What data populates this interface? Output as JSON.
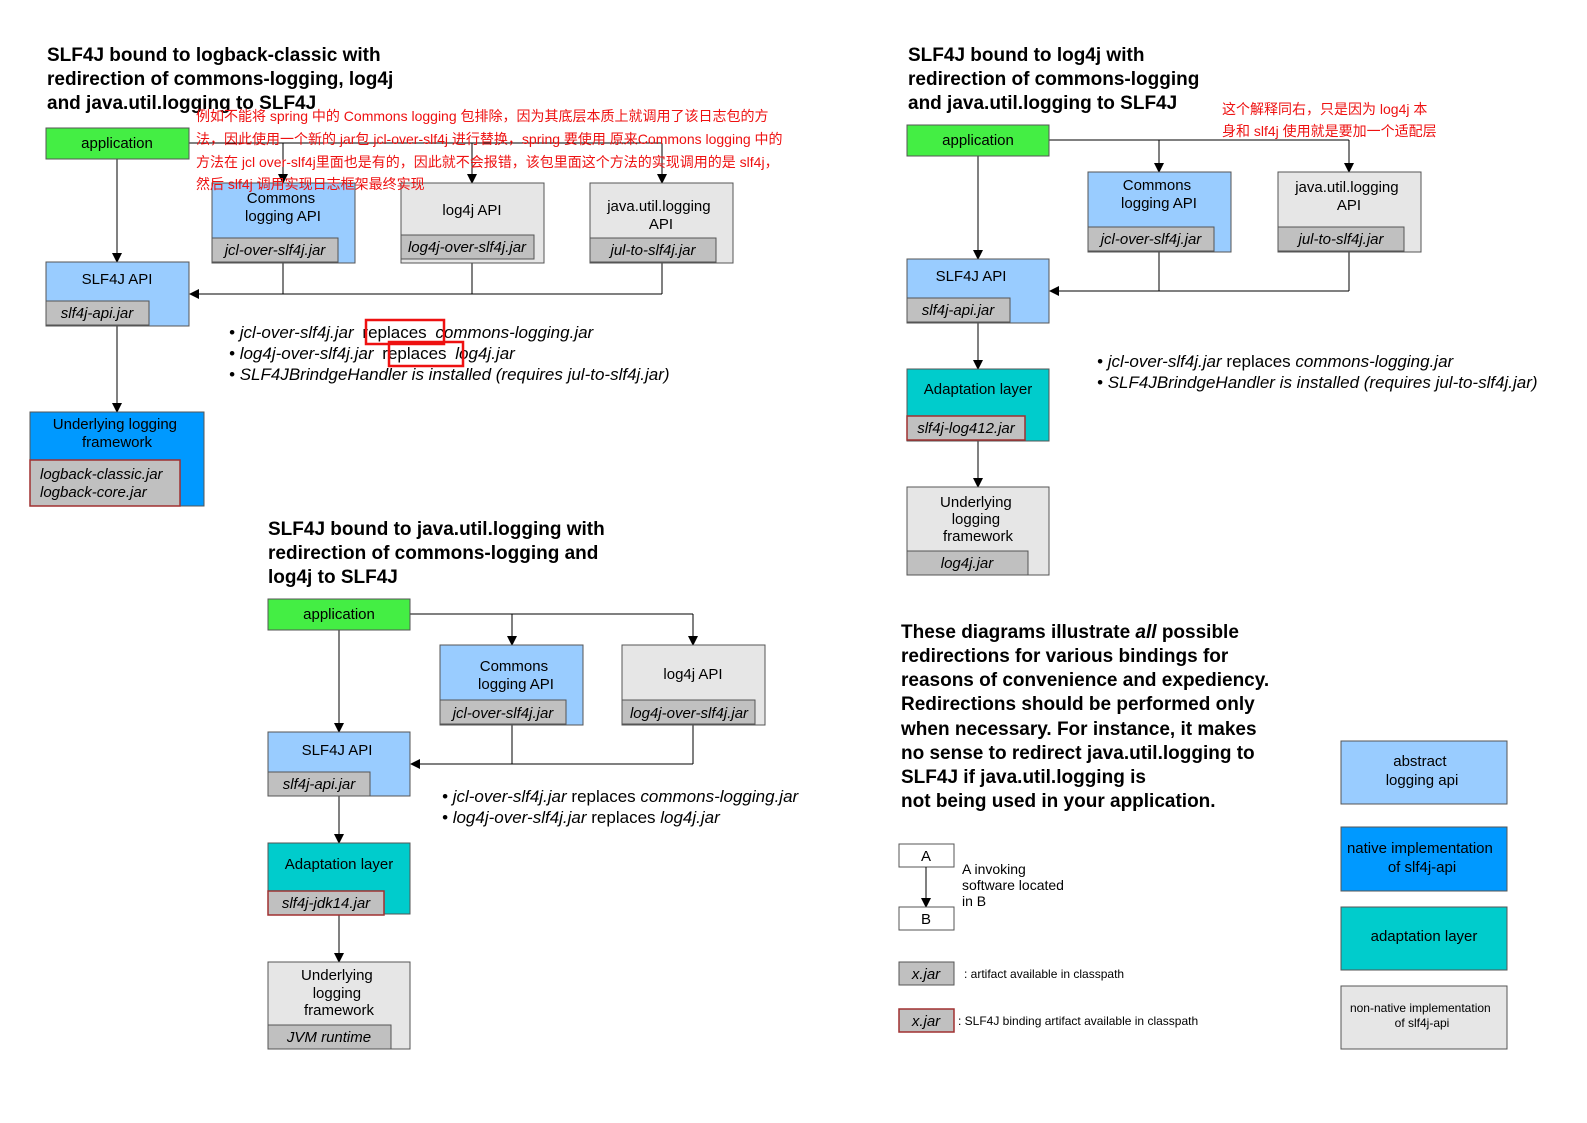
{
  "diagram1": {
    "title": [
      "SLF4J bound to logback-classic with",
      "redirection of commons-logging, log4j",
      "and java.util.logging to SLF4J"
    ],
    "app": "application",
    "commons": [
      "Commons",
      "logging API"
    ],
    "commons_jar": "jcl-over-slf4j.jar",
    "log4j": "log4j API",
    "log4j_jar": "log4j-over-slf4j.jar",
    "jul": [
      "java.util.logging",
      "API"
    ],
    "jul_jar": "jul-to-slf4j.jar",
    "slf4j": "SLF4J API",
    "slf4j_jar": "slf4j-api.jar",
    "under": [
      "Underlying logging",
      "framework"
    ],
    "under_jars": [
      "logback-classic.jar",
      "logback-core.jar"
    ],
    "bullets": [
      {
        "a": "jcl-over-slf4j.jar",
        "b": "replaces",
        "c": "commons-logging.jar"
      },
      {
        "a": "log4j-over-slf4j.jar",
        "b": "replaces",
        "c": "log4j.jar"
      },
      {
        "a": "SLF4JBrindgeHandler is installed (requires jul-to-slf4j.jar)",
        "b": "",
        "c": ""
      }
    ],
    "annotation": [
      "例如不能将 spring 中的 Commons logging 包排除，因为其底层本质上就调用了该日志包的方",
      "法，因此使用一个新的 jar包 jcl-over-slf4j 进行替换，spring 要使用 原来Commons logging 中的",
      "方法在 jcl over-slf4j里面也是有的，因此就不会报错，该包里面这个方法的实现调用的是 slf4j，",
      "然后 slf4j 调用实现日志框架最终实现"
    ]
  },
  "diagram2": {
    "title": [
      "SLF4J bound to log4j with",
      "redirection of commons-logging",
      "and java.util.logging to SLF4J"
    ],
    "annotation": [
      "这个解释同右，只是因为 log4j 本",
      "身和 slf4j 使用就是要加一个适配层"
    ],
    "app": "application",
    "commons": [
      "Commons",
      "logging API"
    ],
    "commons_jar": "jcl-over-slf4j.jar",
    "jul": [
      "java.util.logging",
      "API"
    ],
    "jul_jar": "jul-to-slf4j.jar",
    "slf4j": "SLF4J API",
    "slf4j_jar": "slf4j-api.jar",
    "adapt": "Adaptation layer",
    "adapt_jar": "slf4j-log412.jar",
    "under": [
      "Underlying",
      "logging",
      "framework"
    ],
    "under_jar": "log4j.jar",
    "bullets": [
      {
        "a": "jcl-over-slf4j.jar",
        "b": " replaces ",
        "c": "commons-logging.jar"
      },
      {
        "a": "SLF4JBrindgeHandler is installed (requires jul-to-slf4j.jar)",
        "b": "",
        "c": ""
      }
    ]
  },
  "diagram3": {
    "title": [
      "SLF4J bound to java.util.logging with",
      "redirection of commons-logging and",
      "log4j to SLF4J"
    ],
    "app": "application",
    "commons": [
      "Commons",
      "logging API"
    ],
    "commons_jar": "jcl-over-slf4j.jar",
    "log4j": "log4j API",
    "log4j_jar": "log4j-over-slf4j.jar",
    "slf4j": "SLF4J API",
    "slf4j_jar": "slf4j-api.jar",
    "adapt": "Adaptation layer",
    "adapt_jar": "slf4j-jdk14.jar",
    "under": [
      "Underlying",
      "logging",
      "framework"
    ],
    "under_jar": "JVM runtime",
    "bullets": [
      {
        "a": "jcl-over-slf4j.jar",
        "b": " replaces ",
        "c": "commons-logging.jar"
      },
      {
        "a": "log4j-over-slf4j.jar",
        "b": " replaces ",
        "c": "log4j.jar"
      }
    ]
  },
  "note": [
    [
      "These diagrams illustrate ",
      "all",
      " possible"
    ],
    [
      "redirections for various bindings for",
      "",
      ""
    ],
    [
      "reasons of convenience and expediency.",
      "",
      ""
    ],
    [
      "Redirections should be performed only",
      "",
      ""
    ],
    [
      "when necessary. For instance, it makes",
      "",
      ""
    ],
    [
      "no sense to redirect java.util.logging to",
      "",
      ""
    ],
    [
      "SLF4J if java.util.logging is",
      "",
      ""
    ],
    [
      "not being used in your application.",
      "",
      ""
    ]
  ],
  "legend": {
    "a": "A",
    "b": "B",
    "invoke": [
      "A invoking",
      "software located",
      "in B"
    ],
    "jar": "x.jar",
    "jar_desc": ": artifact available in classpath",
    "binding_jar": "x.jar",
    "binding_desc": ": SLF4J binding artifact available in classpath",
    "abstract": [
      "abstract",
      "logging api"
    ],
    "native": [
      "native implementation",
      "of slf4j-api"
    ],
    "adaptation": "adaptation layer",
    "nonnative": [
      "non-native implementation",
      "of slf4j-api"
    ]
  },
  "colors": {
    "green": "#44ee44",
    "lightblue": "#99ccff",
    "blue": "#0099ff",
    "teal": "#00cccc",
    "lightgray": "#e6e6e6",
    "jargray": "#c0c0c0",
    "red": "#ee1111",
    "bindingborder": "#a03030"
  }
}
